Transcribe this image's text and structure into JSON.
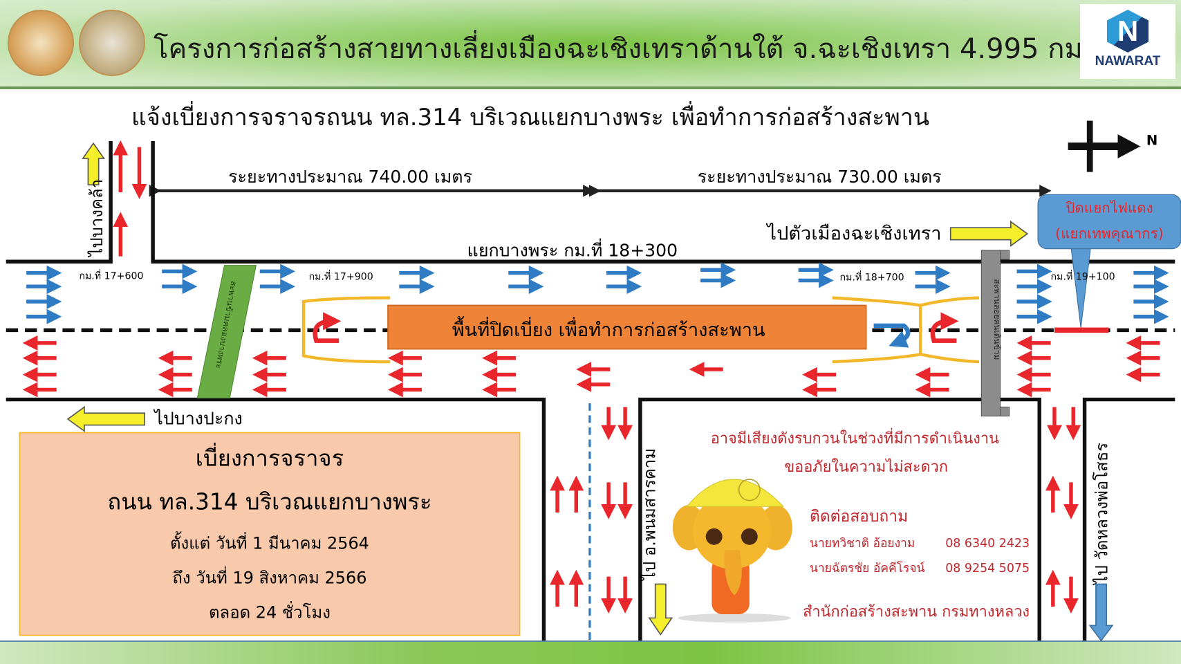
{
  "header": {
    "title": "โครงการก่อสร้างสายทางเลี่ยงเมืองฉะเชิงเทราด้านใต้ จ.ฉะเชิงเทรา 4.995 กม.",
    "logo_text": "NAWARAT",
    "logo_letter": "N"
  },
  "subtitle": "แจ้งเบี่ยงการจราจรถนน ทล.314 บริเวณแยกบางพระ  เพื่อทำการก่อสร้างสะพาน",
  "compass": {
    "label": "N"
  },
  "distances": {
    "left": "ระยะทางประมาณ 740.00 เมตร",
    "right": "ระยะทางประมาณ 730.00 เมตร"
  },
  "map": {
    "junction": "แยกบางพระ กม.ที่ 18+300",
    "to_city": "ไปตัวเมืองฉะเชิงเทรา",
    "to_bangpakong": "ไปบางปะกง",
    "to_north_left": "ไปบางคล้า",
    "to_phanom": "ไป อ.พนมสารคาม",
    "to_sothorn": "ไป วัดหลวงพ่อโสธร",
    "km_markers": [
      "กม.ที่ 17+600",
      "กม.ที่ 17+900",
      "กม.ที่ 18+700",
      "กม.ที่ 19+100"
    ],
    "closed_area": "พื้นที่ปิดเบี่ยง เพื่อทำการก่อสร้างสะพาน",
    "canal_bridge": "สะพานข้ามคลองบางพระ",
    "footbridge": "สะพานลอยคนเดินข้าม",
    "callout_line1": "ปิดแยกไฟแดง",
    "callout_line2": "(แยกเทพคุณากร)"
  },
  "notice": {
    "heading": "เบี่ยงการจราจร",
    "road": "ถนน ทล.314 บริเวณแยกบางพระ",
    "from": "ตั้งแต่ วันที่ 1 มีนาคม 2564",
    "to": "ถึง วันที่ 19 สิงหาคม 2566",
    "hours": "ตลอด 24 ชั่วโมง"
  },
  "info": {
    "noise": "อาจมีเสียงดังรบกวนในช่วงที่มีการดำเนินงาน",
    "apology": "ขออภัยในความไม่สะดวก",
    "contact_title": "ติดต่อสอบถาม",
    "contacts": [
      {
        "name": "นายทวิชาติ อ้อยงาม",
        "phone": "08 6340 2423"
      },
      {
        "name": "นายฉัตรชัย อัคคีโรจน์",
        "phone": "08 9254 5075"
      }
    ],
    "office": "สำนักก่อสร้างสะพาน  กรมทางหลวง"
  },
  "colors": {
    "red": "#e8262b",
    "blue": "#2f7cc4",
    "yellow": "#f5ee2a",
    "orange": "#ef8438",
    "green": "#6aad45",
    "peach": "#f8c9ab",
    "dark_red": "#c0272d"
  }
}
